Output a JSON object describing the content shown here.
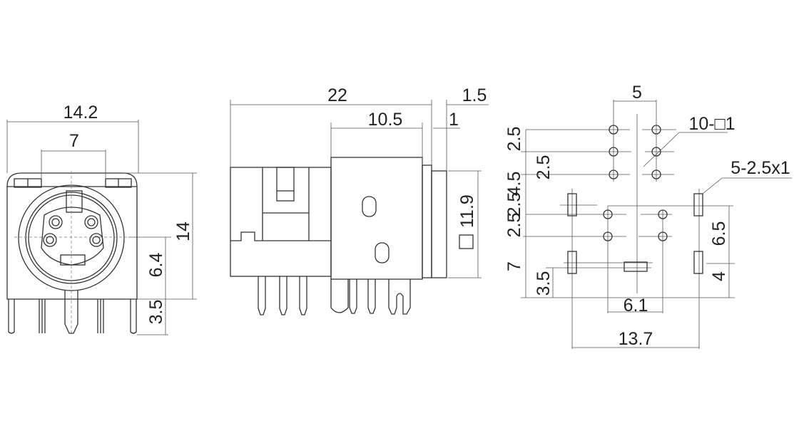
{
  "front_view": {
    "width": "14.2",
    "pin_span": "7",
    "height": "14",
    "center_height": "6.4",
    "pin_length": "3.5"
  },
  "side_view": {
    "length": "22",
    "plate_length": "10.5",
    "flange": "1.5",
    "ring": "1",
    "square_size": "11.9"
  },
  "footprint": {
    "row_pitch": "5",
    "hole_spec": "10-□1",
    "slot_spec": "5-2.5x1",
    "v_dims_left": [
      "2.5",
      "2.5",
      "4.5",
      "2.5",
      "2.5",
      "7",
      "3.5"
    ],
    "v_dims_right": [
      "6.5",
      "4"
    ],
    "lower_span": "6.1",
    "overall_span": "13.7"
  }
}
